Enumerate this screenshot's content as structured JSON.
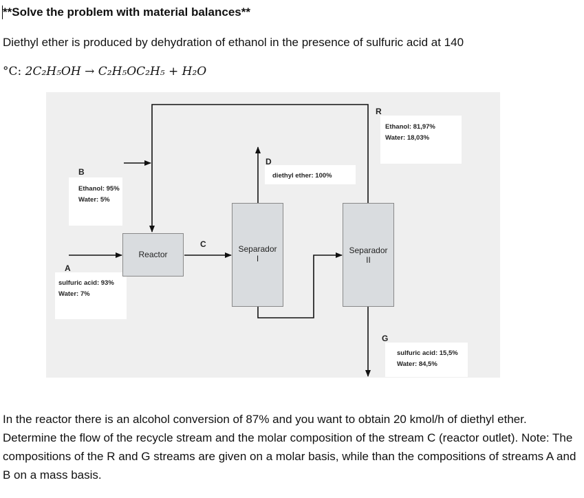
{
  "header": {
    "title": "**Solve the problem with material balances**",
    "intro": "Diethyl ether is produced by dehydration of ethanol in the presence of sulfuric acid at 140",
    "reaction_prefix": "°C:",
    "reaction_equation": "2C₂H₅OH → C₂H₅OC₂H₅ + H₂O"
  },
  "diagram": {
    "units": {
      "reactor": "Reactor",
      "separator1": "Separador",
      "separator1_num": "I",
      "separator2": "Separador",
      "separator2_num": "II"
    },
    "streams": {
      "A": {
        "label": "A",
        "comp1": "sulfuric acid:  93%",
        "comp2": "Water: 7%"
      },
      "B": {
        "label": "B",
        "comp1": "Ethanol: 95%",
        "comp2": "Water: 5%"
      },
      "C": {
        "label": "C"
      },
      "D": {
        "label": "D",
        "comp1": "diethyl ether: 100%"
      },
      "R": {
        "label": "R",
        "comp1": "Ethanol: 81,97%",
        "comp2": "Water: 18,03%"
      },
      "G": {
        "label": "G",
        "comp1": "sulfuric acid:  15,5%",
        "comp2": "Water: 84,5%"
      }
    }
  },
  "problem": {
    "text": "In the reactor there is an alcohol conversion of 87% and you want to obtain 20 kmol/h of diethyl ether. Determine the flow of the recycle stream and the molar composition of the stream C (reactor outlet). Note: The compositions of the R and G streams are given on a molar basis, while than the compositions of streams A and B on a mass basis."
  }
}
